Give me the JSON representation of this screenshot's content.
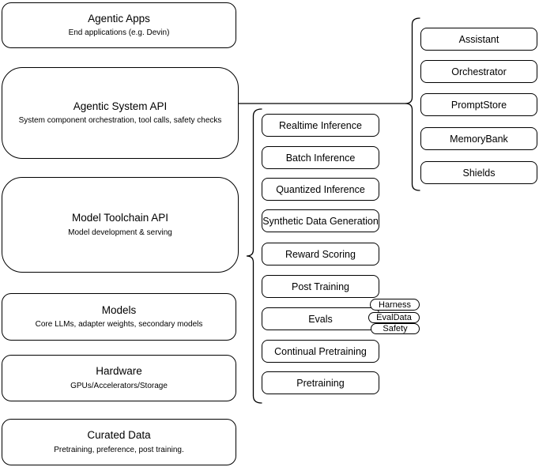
{
  "colors": {
    "border": "#000000",
    "background": "#ffffff",
    "text": "#000000"
  },
  "left_column": {
    "boxes": [
      {
        "title": "Agentic Apps",
        "subtitle": "End applications (e.g. Devin)"
      },
      {
        "title": "Agentic System API",
        "subtitle": "System component orchestration, tool calls, safety checks"
      },
      {
        "title": "Model Toolchain API",
        "subtitle": "Model development & serving"
      },
      {
        "title": "Models",
        "subtitle": "Core LLMs, adapter weights, secondary models"
      },
      {
        "title": "Hardware",
        "subtitle": "GPUs/Accelerators/Storage"
      },
      {
        "title": "Curated Data",
        "subtitle": "Pretraining, preference, post training."
      }
    ]
  },
  "middle_column": {
    "items": [
      "Realtime Inference",
      "Batch Inference",
      "Quantized Inference",
      "Synthetic Data Generation",
      "Reward Scoring",
      "Post Training",
      "Evals",
      "Continual Pretraining",
      "Pretraining"
    ]
  },
  "evals_pills": [
    "Harness",
    "EvalData",
    "Safety"
  ],
  "right_column": {
    "items": [
      "Assistant",
      "Orchestrator",
      "PromptStore",
      "MemoryBank",
      "Shields"
    ]
  }
}
